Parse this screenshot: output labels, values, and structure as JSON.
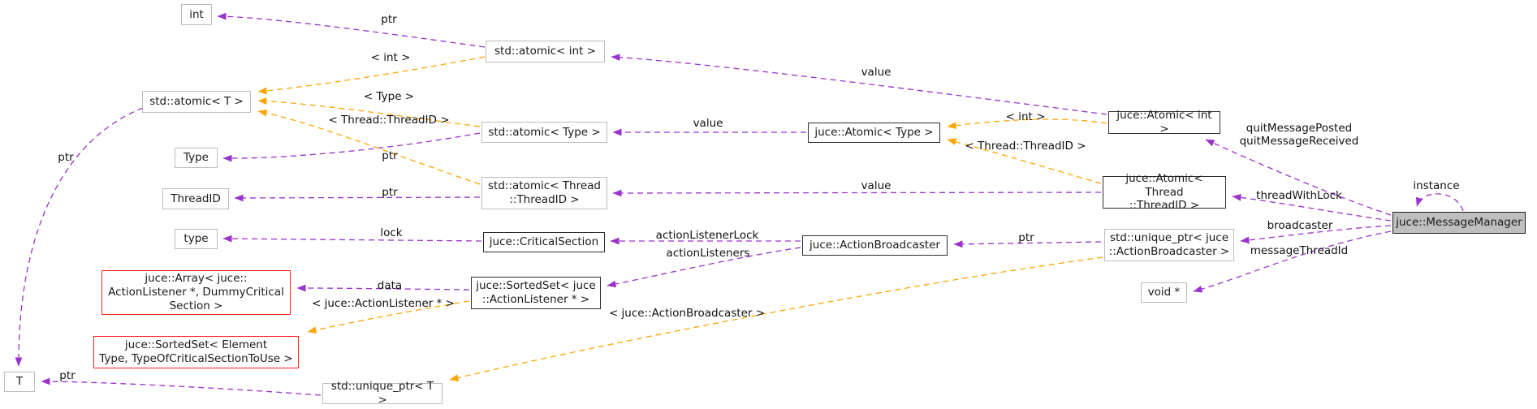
{
  "diagram": {
    "kind": "doxygen-collaboration-graph",
    "colors": {
      "usage_edge": "#9a32cd",
      "template_edge": "#ffa500",
      "main_node_fill": "#bfbfbf",
      "red_node_border": "#fe1b1b",
      "bold_node_border": "#2e2e2e",
      "plain_node_border": "#bdbdbd"
    },
    "nodes": {
      "int": {
        "label": "int"
      },
      "std_atomic_int": {
        "label": "std::atomic< int >"
      },
      "std_atomic_t": {
        "label": "std::atomic< T >"
      },
      "type_upper": {
        "label": "Type"
      },
      "std_atomic_type": {
        "label": "std::atomic< Type >"
      },
      "thread_id": {
        "label": "ThreadID"
      },
      "std_atomic_thread_id": {
        "label": "std::atomic< Thread\n::ThreadID >"
      },
      "type_lower": {
        "label": "type"
      },
      "juce_critical_section": {
        "label": "juce::CriticalSection"
      },
      "juce_array": {
        "label": "juce::Array< juce::\nActionListener *, DummyCritical\nSection >"
      },
      "juce_sorted_set_action_listener": {
        "label": "juce::SortedSet< juce\n::ActionListener * >"
      },
      "juce_sorted_set_element": {
        "label": "juce::SortedSet< Element\nType, TypeOfCriticalSectionToUse >"
      },
      "t": {
        "label": "T"
      },
      "std_unique_ptr_t": {
        "label": "std::unique_ptr< T >"
      },
      "juce_atomic_type": {
        "label": "juce::Atomic< Type >"
      },
      "juce_action_broadcaster": {
        "label": "juce::ActionBroadcaster"
      },
      "juce_atomic_int": {
        "label": "juce::Atomic< int >"
      },
      "juce_atomic_thread_id": {
        "label": "juce::Atomic< Thread\n::ThreadID >"
      },
      "std_unique_ptr_action_broadcaster": {
        "label": "std::unique_ptr< juce\n::ActionBroadcaster >"
      },
      "void_ptr": {
        "label": "void *"
      },
      "juce_message_manager": {
        "label": "juce::MessageManager"
      }
    },
    "edge_labels": {
      "ptr_int": "ptr",
      "tpl_int_std": "< int >",
      "tpl_type_std": "< Type >",
      "tpl_threadid_std": "< Thread::ThreadID >",
      "ptr_type": "ptr",
      "ptr_threadid": "ptr",
      "lock": "lock",
      "data": "data",
      "tpl_actionlistener": "< juce::ActionListener * >",
      "ptr_t_curve": "ptr",
      "ptr_t_bottom": "ptr",
      "value_int": "value",
      "value_type": "value",
      "value_threadid": "value",
      "action_listener_lock": "actionListenerLock",
      "action_listeners": "actionListeners",
      "tpl_actionbroadcaster": "< juce::ActionBroadcaster >",
      "ptr_broadcaster": "ptr",
      "tpl_int_juce": "< int >",
      "tpl_threadid_juce": "< Thread::ThreadID >",
      "quit_messages": "quitMessagePosted\nquitMessageReceived",
      "thread_with_lock": "threadWithLock",
      "instance": "instance",
      "broadcaster": "broadcaster",
      "message_thread_id": "messageThreadId"
    }
  }
}
